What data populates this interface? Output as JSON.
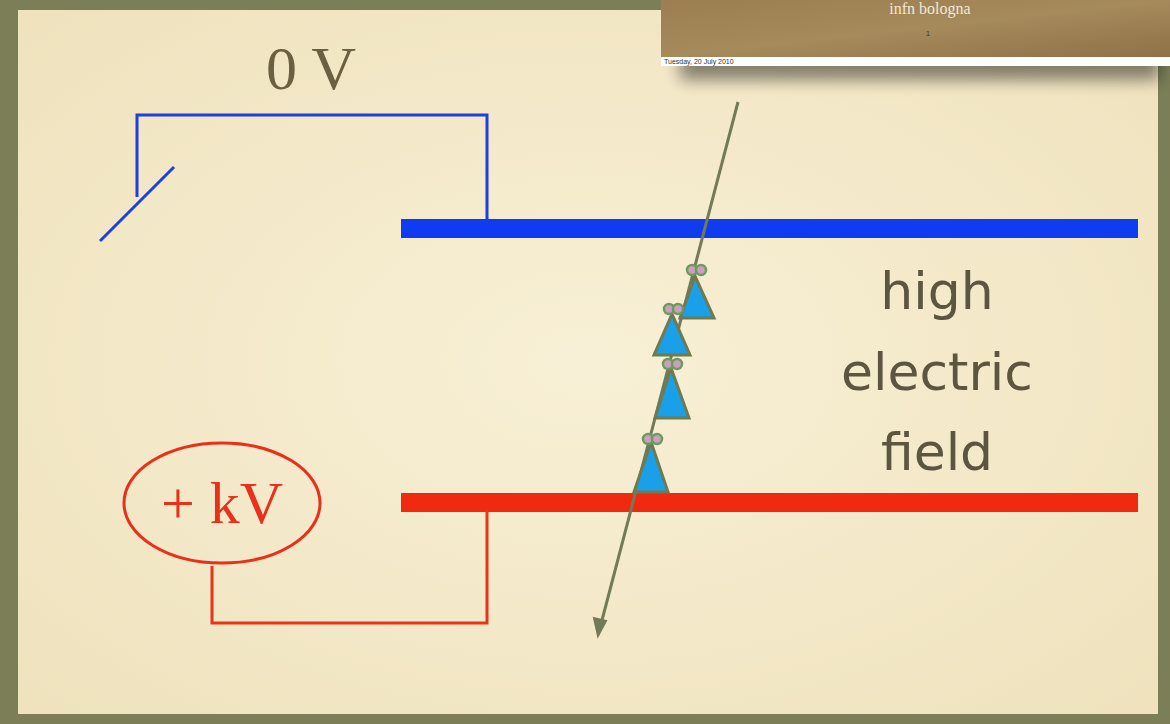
{
  "diagram": {
    "nodes": [
      {
        "text": [
          "+ kV"
        ]
      }
    ],
    "labels": [
      "0 V",
      "high electric field",
      "infn bologna",
      "1",
      "Tuesday, 20 July 2010"
    ]
  }
}
